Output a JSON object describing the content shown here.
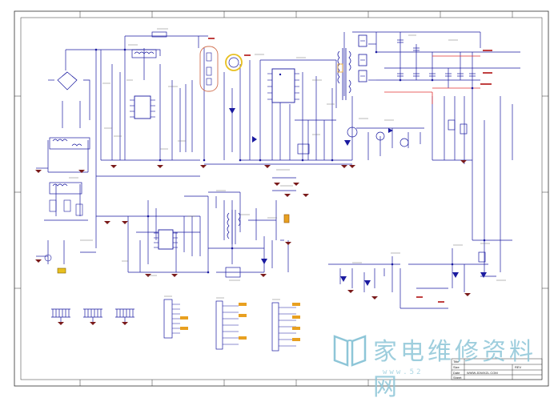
{
  "colors": {
    "wire": "#1a1aa0",
    "net_red": "#e03030",
    "highlight": "#d07050",
    "marker_yellow": "#e8c020",
    "frame": "#303030",
    "watermark": "#8ec6d8",
    "ground": "#7a1a1a"
  },
  "watermark": {
    "text": "家电维修资料网",
    "url": "www.52"
  },
  "title_block": {
    "drawing_no": "WWW.JDWXZL.COM",
    "label_a": "Title",
    "label_b": "Size",
    "label_c": "Date",
    "label_d": "Sheet",
    "rev": "REV"
  },
  "icons": {
    "logo": "watermark-book-icon",
    "ground": "ground-symbol-icon",
    "transformer": "transformer-icon",
    "ic": "ic-chip-icon"
  }
}
